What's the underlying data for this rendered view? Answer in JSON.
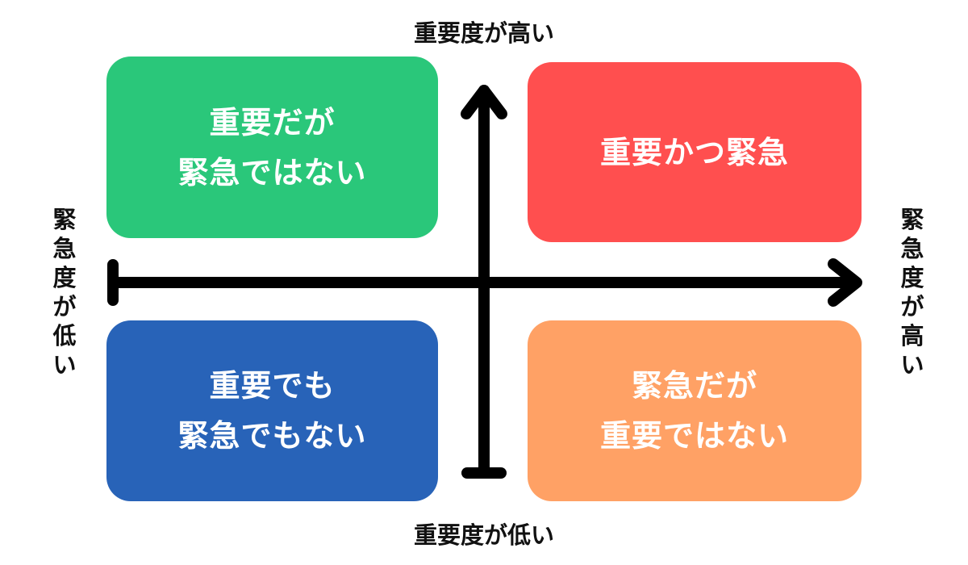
{
  "axes": {
    "top": "重要度が高い",
    "bottom": "重要度が低い",
    "left": "緊急度が低い",
    "right": "緊急度が高い"
  },
  "quadrants": {
    "top_left": {
      "lines": [
        "重要だが",
        "緊急ではない"
      ],
      "color": "#2ac77a"
    },
    "top_right": {
      "lines": [
        "重要かつ緊急"
      ],
      "color": "#ff4f4f"
    },
    "bottom_left": {
      "lines": [
        "重要でも",
        "緊急でもない"
      ],
      "color": "#2863b8"
    },
    "bottom_right": {
      "lines": [
        "緊急だが",
        "重要ではない"
      ],
      "color": "#ffa165"
    }
  },
  "axis_color": "#000000"
}
